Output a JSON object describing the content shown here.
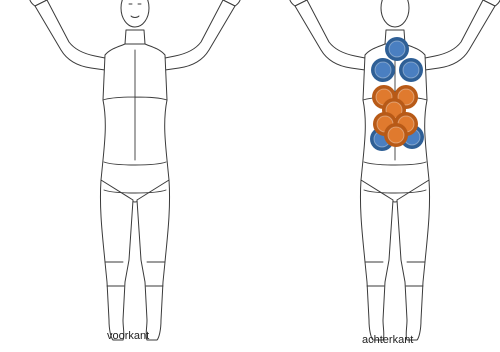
{
  "views": {
    "front": {
      "caption": "voorkant"
    },
    "back": {
      "caption": "achterkant"
    }
  },
  "marker_colors": {
    "blue": "#4a7fc1",
    "blue_ring": "#2e5f96",
    "orange": "#e07a2e",
    "orange_ring": "#b85a17"
  },
  "markers": [
    {
      "view": "back",
      "color": "blue",
      "region": "upper-back-center"
    },
    {
      "view": "back",
      "color": "blue",
      "region": "upper-back-left"
    },
    {
      "view": "back",
      "color": "blue",
      "region": "upper-back-right"
    },
    {
      "view": "back",
      "color": "orange",
      "region": "mid-back-left"
    },
    {
      "view": "back",
      "color": "orange",
      "region": "mid-back-right"
    },
    {
      "view": "back",
      "color": "orange",
      "region": "mid-back-center"
    },
    {
      "view": "back",
      "color": "orange",
      "region": "lower-back-left"
    },
    {
      "view": "back",
      "color": "orange",
      "region": "lower-back-right"
    },
    {
      "view": "back",
      "color": "orange",
      "region": "lower-back-center"
    },
    {
      "view": "back",
      "color": "blue",
      "region": "lower-back-far-left"
    },
    {
      "view": "back",
      "color": "blue",
      "region": "lower-back-far-right"
    }
  ]
}
